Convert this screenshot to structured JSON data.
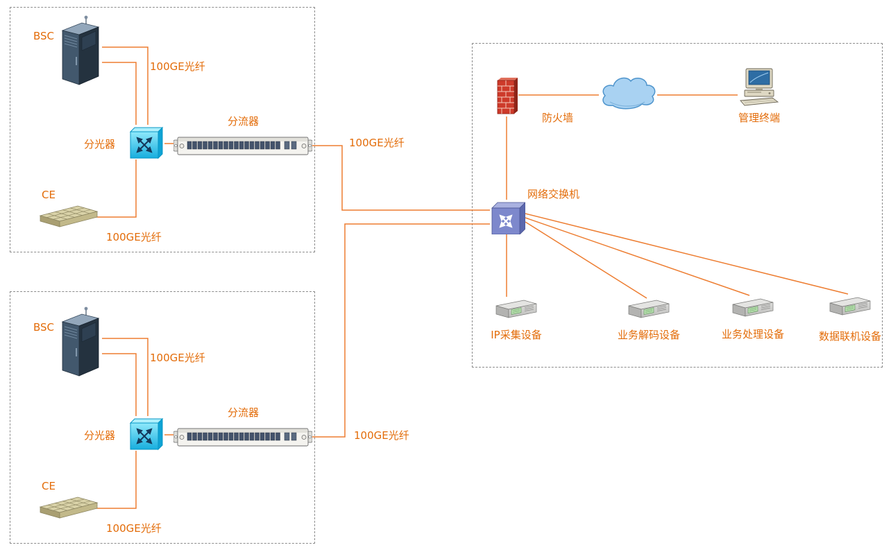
{
  "colors": {
    "line": "#ED7D31",
    "label": "#E36C09"
  },
  "icons": {
    "cabinet": "server-cabinet-icon",
    "splitter": "optical-splitter-icon",
    "tap": "traffic-tap-icon",
    "ce": "ce-device-icon",
    "firewall": "firewall-brick-icon",
    "cloud": "network-cloud-icon",
    "terminal": "desktop-computer-icon",
    "switch": "network-switch-icon",
    "server": "rack-server-icon"
  },
  "site_a": {
    "bsc": "BSC",
    "fiber_top": "100GE光纤",
    "splitter": "分光器",
    "tap": "分流器",
    "ce": "CE",
    "fiber_bottom": "100GE光纤",
    "fiber_out": "100GE光纤"
  },
  "site_b": {
    "bsc": "BSC",
    "fiber_top": "100GE光纤",
    "splitter": "分光器",
    "tap": "分流器",
    "ce": "CE",
    "fiber_bottom": "100GE光纤",
    "fiber_out": "100GE光纤"
  },
  "core": {
    "firewall": "防火墙",
    "terminal": "管理终端",
    "switch": "网络交换机",
    "devices": [
      "IP采集设备",
      "业务解码设备",
      "业务处理设备",
      "数据联机设备"
    ]
  }
}
